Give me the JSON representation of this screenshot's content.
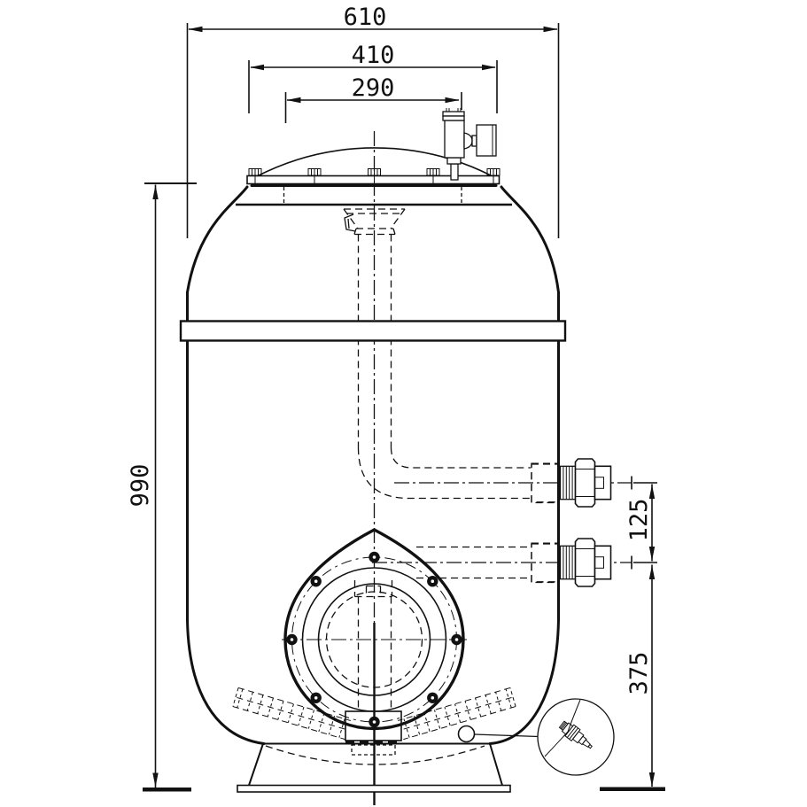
{
  "colors": {
    "line": "#111111",
    "background": "#ffffff"
  },
  "dimensions": {
    "overall_width": {
      "value": "610"
    },
    "lid_flange_width": {
      "value": "410"
    },
    "lid_inner_width": {
      "value": "290"
    },
    "overall_height": {
      "value": "990"
    },
    "port_spacing": {
      "value": "125"
    },
    "lower_port_height": {
      "value": "375"
    }
  }
}
